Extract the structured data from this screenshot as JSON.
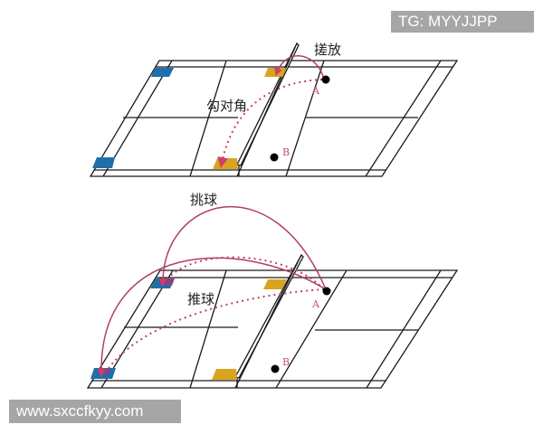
{
  "watermarks": {
    "top_right": "TG: MYYJJPP",
    "bottom_left": "www.sxccfkyy.com"
  },
  "diagram_top": {
    "labels": {
      "net_shot": "搓放",
      "cross_court": "勾对角",
      "point_a": "A",
      "point_b": "B"
    }
  },
  "diagram_bottom": {
    "labels": {
      "lift": "挑球",
      "push": "推球",
      "point_a": "A",
      "point_b": "B"
    }
  },
  "colors": {
    "court_line": "#1a1a1a",
    "trajectory": "#c0507a",
    "target_gold": "#d9a520",
    "target_blue": "#1f6fa8",
    "watermark_bg": "#a6a6a6"
  }
}
